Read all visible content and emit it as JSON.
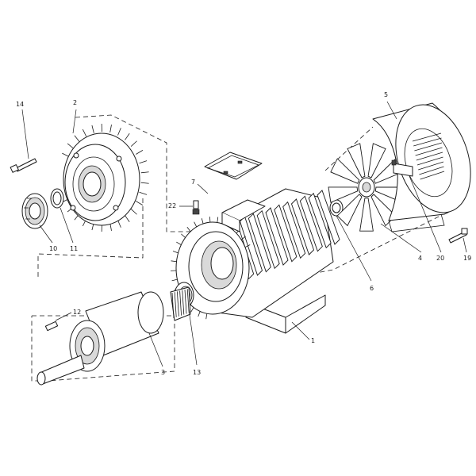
{
  "callouts": {
    "p1": "1",
    "p2": "2",
    "p3": "3",
    "p4": "4",
    "p5": "5",
    "p6": "6",
    "p7": "7",
    "p10": "10",
    "p11": "11",
    "p12": "12",
    "p13": "13",
    "p14": "14",
    "p19": "19",
    "p20": "20",
    "p22": "22"
  }
}
